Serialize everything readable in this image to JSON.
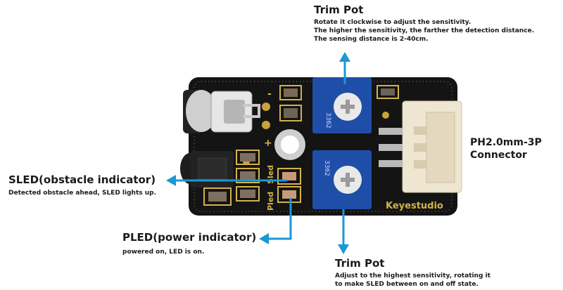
{
  "colors": {
    "arrow": "#1b97d6",
    "pcb": "#141414",
    "silk": "#d4b24a",
    "pot": "#1f4ea8",
    "connector": "#efe6d2",
    "text": "#1a1a1a"
  },
  "labels": {
    "top_trim": {
      "title": "Trim Pot",
      "lines": [
        "Rotate it clockwise to adjust the sensitivity.",
        "The higher the sensitivity, the farther the detection distance.",
        "The sensing distance is 2-40cm."
      ]
    },
    "connector": {
      "lines": [
        "PH2.0mm-3P",
        "Connector"
      ]
    },
    "sled": {
      "title": "SLED(obstacle indicator)",
      "desc": "Detected obstacle ahead, SLED lights up."
    },
    "pled": {
      "title": "PLED(power indicator)",
      "desc": "powered on, LED is on."
    },
    "bottom_trim": {
      "title": "Trim Pot",
      "lines": [
        "Adjust to the highest sensitivity, rotating it",
        "to make SLED between on and off state."
      ]
    }
  },
  "board": {
    "brand": "Keyestudio",
    "pot_code": "3362",
    "silk_marks": [
      "-",
      "+",
      "Pled",
      "Sled"
    ]
  }
}
